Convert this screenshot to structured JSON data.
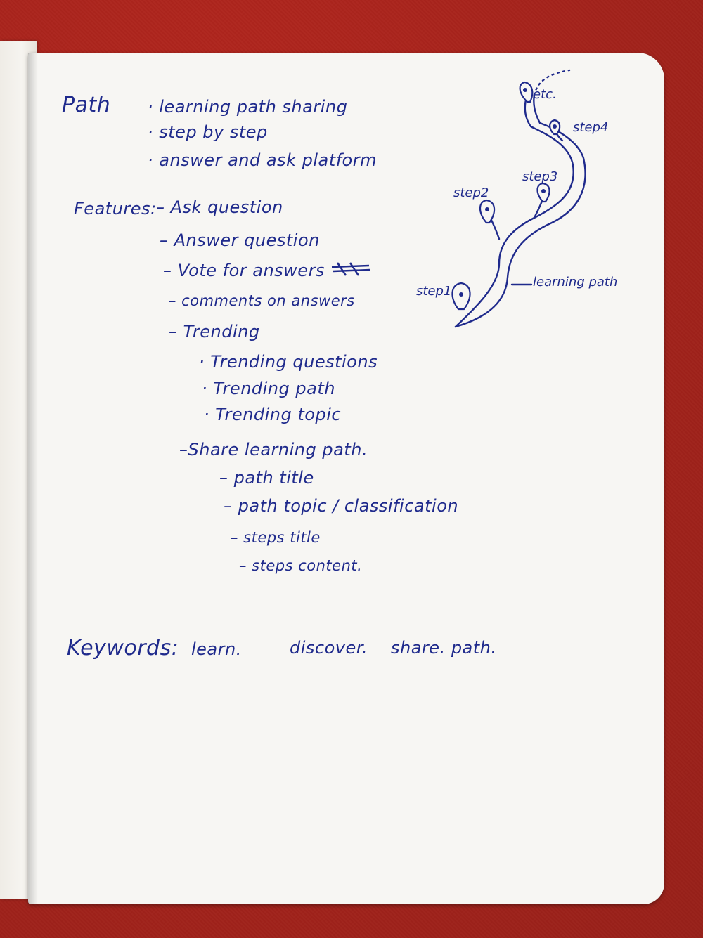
{
  "notes": {
    "heading": "Path",
    "bullets": [
      "· learning path sharing",
      "· step by step",
      "· answer and ask platform"
    ],
    "features_label": "Features:",
    "features": [
      "– Ask question",
      "– Answer question",
      "– Vote for answers",
      "– comments on answers",
      "– Trending"
    ],
    "trending_items": [
      "· Trending questions",
      "· Trending path",
      "· Trending topic"
    ],
    "share": "–Share learning path.",
    "share_items": [
      "– path title",
      "– path topic / classification",
      "– steps title",
      "– steps content."
    ],
    "keywords_label": "Keywords:",
    "keywords": [
      "learn.",
      "discover.",
      "share. path."
    ]
  },
  "sketch": {
    "labels": {
      "etc": "etc.",
      "step4": "step4",
      "step3": "step3",
      "step2": "step2",
      "step1": "step1",
      "path": "learning path"
    }
  },
  "colors": {
    "ink": "#1f2a8c",
    "paper": "#f7f6f3",
    "cover": "#b3261e"
  }
}
